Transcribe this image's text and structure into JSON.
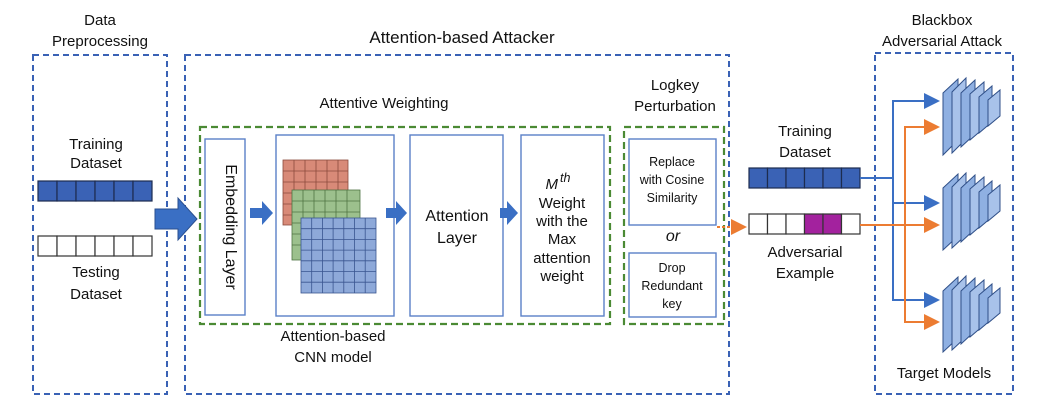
{
  "sections": {
    "preprocessing_line1": "Data",
    "preprocessing_line2": "Preprocessing",
    "attacker": "Attention-based Attacker",
    "blackbox_line1": "Blackbox",
    "blackbox_line2": "Adversarial Attack"
  },
  "preprocessing": {
    "training_line1": "Training",
    "training_line2": "Dataset",
    "testing_line1": "Testing",
    "testing_line2": "Dataset"
  },
  "attentive_weighting": {
    "title": "Attentive Weighting",
    "embedding_layer": "Embedding Layer",
    "cnn_caption_line1": "Attention-based",
    "cnn_caption_line2": "CNN model",
    "attention_layer_line1": "Attention",
    "attention_layer_line2": "Layer",
    "mth_sup": "th",
    "mth_m": "M",
    "mth_line2": "Weight",
    "mth_line3": "with the",
    "mth_line4": "Max",
    "mth_line5": "attention",
    "mth_line6": "weight"
  },
  "logkey": {
    "title_line1": "Logkey",
    "title_line2": "Perturbation",
    "replace_line1": "Replace",
    "replace_line2": "with Cosine",
    "replace_line3": "Similarity",
    "or": "or",
    "drop_line1": "Drop",
    "drop_line2": "Redundant",
    "drop_line3": "key"
  },
  "output": {
    "training_line1": "Training",
    "training_line2": "Dataset",
    "adversarial_line1": "Adversarial",
    "adversarial_line2": "Example"
  },
  "target_models": "Target Models",
  "colors": {
    "blue_cell": "#3a62b5",
    "magenta_cell": "#a3229e",
    "dashed_blue": "#3a62b5",
    "dashed_green": "#4b8a34",
    "arrow_blue": "#3a6fc4",
    "arrow_orange": "#ec7c32",
    "grid_red": "#d88a78",
    "grid_green": "#9cc08d",
    "grid_blue": "#8ea9d9"
  }
}
